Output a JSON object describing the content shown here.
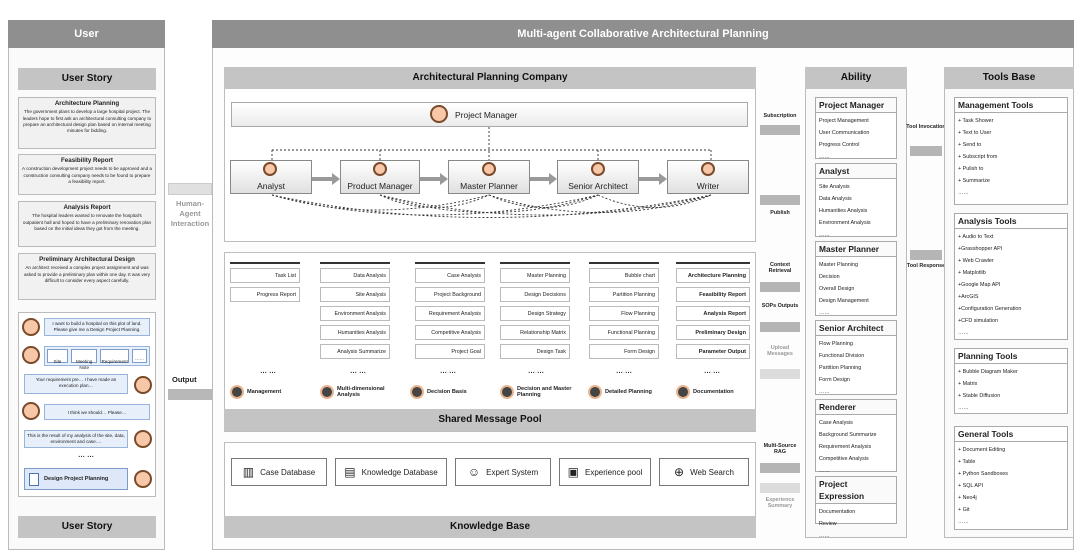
{
  "user_col": {
    "title": "User",
    "story_title": "User Story",
    "bottom_title": "User Story"
  },
  "stories": [
    {
      "title": "Architecture Planning",
      "text": "The government plans to develop a large hospital project. The leaders hope to first ask an architectural consulting company to prepare an architectural design plan based on internal meeting minutes for bidding."
    },
    {
      "title": "Feasibility Report",
      "text": "A construction development project needs to be approved and a construction consulting company needs to be found to prepare a feasibility report."
    },
    {
      "title": "Analysis Report",
      "text": "The hospital leaders wanted to renovate the hospital's outpatient hall and hoped to have a preliminary renovation plan based on the initial ideas they got from the meeting."
    },
    {
      "title": "Preliminary Architectural Design",
      "text": "An architect received a complex project assignment and was asked to provide a preliminary plan within one day. It was very difficult to consider every aspect carefully."
    }
  ],
  "chat": {
    "c1": "I want to build a hospital on this plot of land. Please give me a Design Project Planning.",
    "f1": "Site",
    "f2": "Meeting Note",
    "f3": "Requirement",
    "dots": "……",
    "c2": "Your requirement pre… I have made an execution plan…",
    "c3": "I think we should… Please…",
    "c4": "This is the result of my analysis of the site, data, environment and case….",
    "mid_dots": "… …",
    "final": "Design Project Planning"
  },
  "hai": "Human-\nAgent\nInteraction",
  "output": "Output",
  "main_title": "Multi-agent Collaborative Architectural Planning",
  "company": {
    "title": "Architectural Planning Company",
    "pm": "Project Manager",
    "agents": [
      "Analyst",
      "Product Manager",
      "Master Planner",
      "Senior Architect",
      "Writer"
    ]
  },
  "pool": {
    "title": "Shared Message Pool",
    "cols": [
      {
        "items": [
          "Task List",
          "Progress Report"
        ],
        "foot": "Management"
      },
      {
        "items": [
          "Data Analysis",
          "Site Analysis",
          "Environment Analysis",
          "Humanities Analysis",
          "Analysis Summarize"
        ],
        "foot": "Multi-dimensional Analysis"
      },
      {
        "items": [
          "Case Analysis",
          "Project Background",
          "Requirement Analysis",
          "Competitive Analysis",
          "Project Goal"
        ],
        "foot": "Decision Basis"
      },
      {
        "items": [
          "Master Planning",
          "Design Decisions",
          "Design Strategy",
          "Relationship Matrix",
          "Design Task"
        ],
        "foot": "Decision and Master Planning"
      },
      {
        "items": [
          "Bubble chart",
          "Partition Planning",
          "Flow Planning",
          "Functional Planning",
          "Form Design"
        ],
        "foot": "Detailed Planning"
      },
      {
        "items": [
          "Architecture Planning",
          "Feasibility Report",
          "Analysis Report",
          "Preliminary Design",
          "Parameter Output"
        ],
        "foot": "Documentation"
      }
    ],
    "dots": "… …"
  },
  "kb": {
    "title": "Knowledge Base",
    "items": [
      "Case Database",
      "Knowledge Database",
      "Expert System",
      "Experience pool",
      "Web Search"
    ]
  },
  "arrows": {
    "subscription": "Subscription",
    "publish": "Publish",
    "context": "Context Retrieval",
    "sops": "SOPs Outputs",
    "upload": "Upload Messages",
    "msrag": "Multi-Source RAG",
    "exp": "Experience Summary",
    "tinv": "Tool Invocation",
    "tresp": "Tool Response"
  },
  "ability": {
    "title": "Ability",
    "groups": [
      {
        "name": "Project Manager",
        "items": [
          "Project Management",
          "User Communication",
          "Progress Control",
          "……"
        ]
      },
      {
        "name": "Analyst",
        "items": [
          "Site Analysis",
          "Data Analysis",
          "Humanities Analysis",
          "Environment Analysis",
          "……"
        ]
      },
      {
        "name": "Master Planner",
        "items": [
          "Master Planning",
          "Decision",
          "Overall Design",
          "Design Management",
          "……"
        ]
      },
      {
        "name": "Senior Architect",
        "items": [
          "Flow Planning",
          "Functional Division",
          "Partition Planning",
          "Form Design",
          "……"
        ]
      },
      {
        "name": "Renderer",
        "items": [
          "Case Analysis",
          "Background Summarize",
          "Requirement Analysis",
          "Competitive Analysis",
          "……"
        ]
      },
      {
        "name": "Project Expression",
        "items": [
          "Documentation",
          "Review",
          "……"
        ]
      }
    ]
  },
  "tools": {
    "title": "Tools Base",
    "groups": [
      {
        "name": "Management Tools",
        "items": [
          "+ Task Shower",
          "+ Text to User",
          "+ Send to",
          "+ Subscript from",
          "+ Pulish to",
          "+ Summarize",
          "……"
        ]
      },
      {
        "name": "Analysis Tools",
        "items": [
          "+ Audio to Text",
          "+Grasshopper API",
          "+ Web Crawler",
          "+ Matplotlib",
          "+Google Map API",
          "+ArcGIS",
          "+Configuration Generation",
          "+CFD simulation",
          "……"
        ]
      },
      {
        "name": "Planning Tools",
        "items": [
          "+ Bubble Diagram Maker",
          "+ Matrix",
          "+ Stable Diffusion",
          "……"
        ]
      },
      {
        "name": "General Tools",
        "items": [
          "+ Document Editing",
          "+ Table",
          "+ Python Sandboxes",
          "+ SQL API",
          "+ Neo4j",
          "+ Git",
          "……"
        ]
      }
    ]
  }
}
